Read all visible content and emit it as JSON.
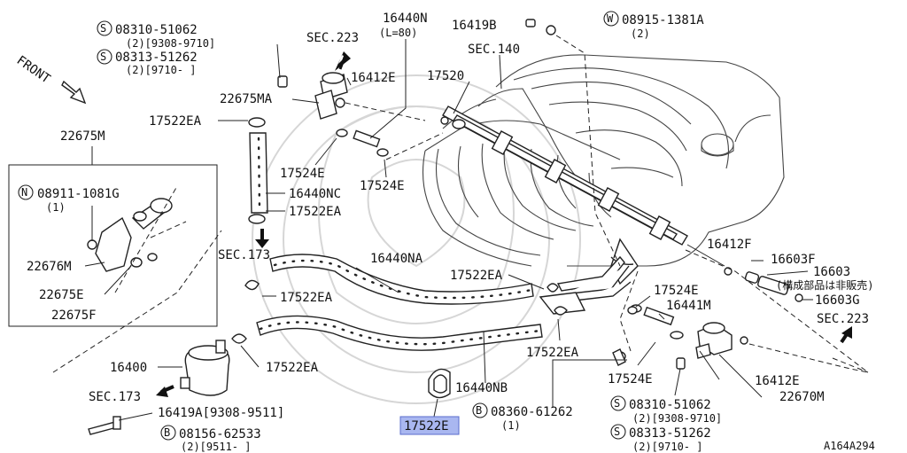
{
  "figure_id": "A164A294",
  "front_label": "FRONT",
  "highlighted_part": "17522E",
  "labels": {
    "s_08310_51062_top": "08310-51062",
    "s_08310_51062_top_qty": "(2)[9308-9710]",
    "s_08313_51262_top": "08313-51262",
    "s_08313_51262_top_qty": "(2)[9710-      ]",
    "sec223_top": "SEC.223",
    "p16440n": "16440N",
    "p16440n_len": "(L=80)",
    "p16419b": "16419B",
    "w_08915": "08915-1381A",
    "w_08915_qty": "(2)",
    "sec140": "SEC.140",
    "p16412e_top": "16412E",
    "p17520": "17520",
    "p22675ma": "22675MA",
    "p17522ea_1": "17522EA",
    "p22675m": "22675M",
    "p17524e_1": "17524E",
    "p17524e_2": "17524E",
    "n_08911": "08911-1081G",
    "n_08911_qty": "(1)",
    "p16440nc": "16440NC",
    "p17522ea_2": "17522EA",
    "p22676m": "22676M",
    "sec173_1": "SEC.173",
    "p16440na": "16440NA",
    "p17522ea_3": "17522EA",
    "p22675e": "22675E",
    "p17522ea_4": "17522EA",
    "p22675f": "22675F",
    "p16412f": "16412F",
    "p16603f": "16603F",
    "p16603": "16603",
    "p16603_note": "(構成部品は非販売)",
    "p16603g": "16603G",
    "p17524e_3": "17524E",
    "p16441m": "16441M",
    "sec223_right": "SEC.223",
    "p17522ea_5": "17522EA",
    "p16400": "16400",
    "p17522ea_6": "17522EA",
    "sec173_2": "SEC.173",
    "p16440nb": "16440NB",
    "p17524e_4": "17524E",
    "p16412e_bot": "16412E",
    "p22670m": "22670M",
    "p16419a": "16419A[9308-9511]",
    "b_08360": "08360-61262",
    "b_08360_qty": "(1)",
    "s_08310_51062_bot": "08310-51062",
    "s_08310_51062_bot_qty": "(2)[9308-9710]",
    "b_08156": "08156-62533",
    "b_08156_qty": "(2)[9511-      ]",
    "s_08313_51262_bot": "08313-51262",
    "s_08313_51262_bot_qty": "(2)[9710-      ]"
  },
  "badges": {
    "s": "S",
    "w": "W",
    "n": "N",
    "b": "B"
  }
}
